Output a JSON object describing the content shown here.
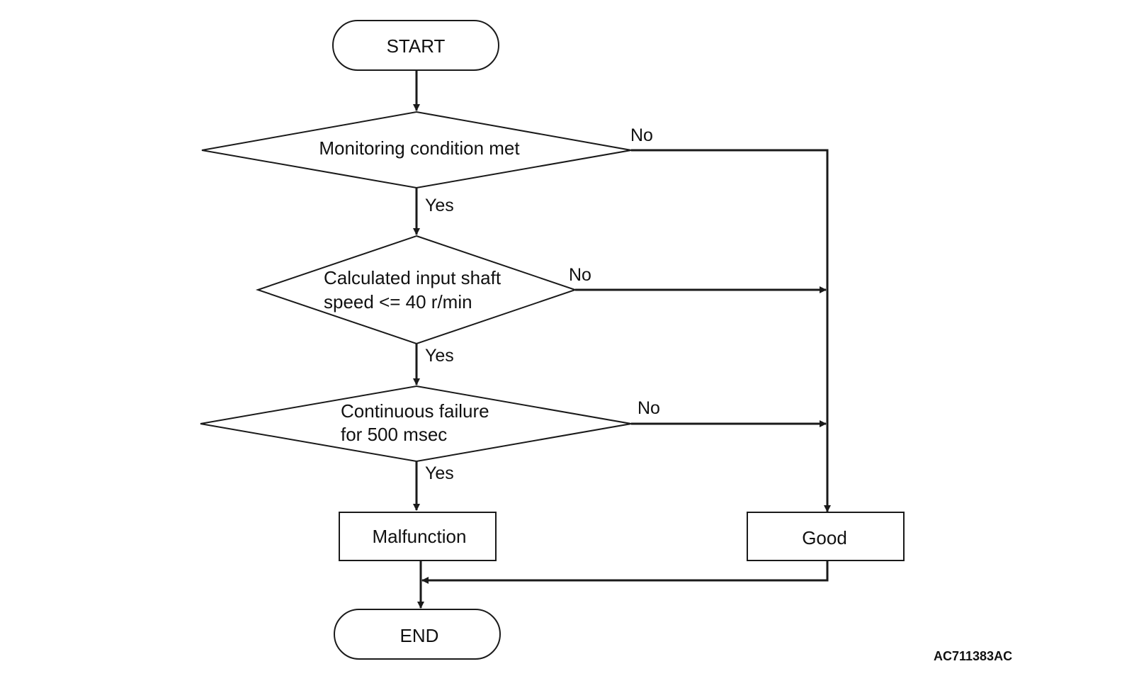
{
  "start": "START",
  "decision1": {
    "text": "Monitoring condition met",
    "yes": "Yes",
    "no": "No"
  },
  "decision2": {
    "line1": "Calculated input shaft",
    "line2": "speed <= 40 r/min",
    "yes": "Yes",
    "no": "No"
  },
  "decision3": {
    "line1": "Continuous failure",
    "line2": "for 500 msec",
    "yes": "Yes",
    "no": "No"
  },
  "malfunction": "Malfunction",
  "good": "Good",
  "end": "END",
  "figure_code": "AC711383AC",
  "colors": {
    "line": "#1a1a1a",
    "background": "#ffffff"
  }
}
